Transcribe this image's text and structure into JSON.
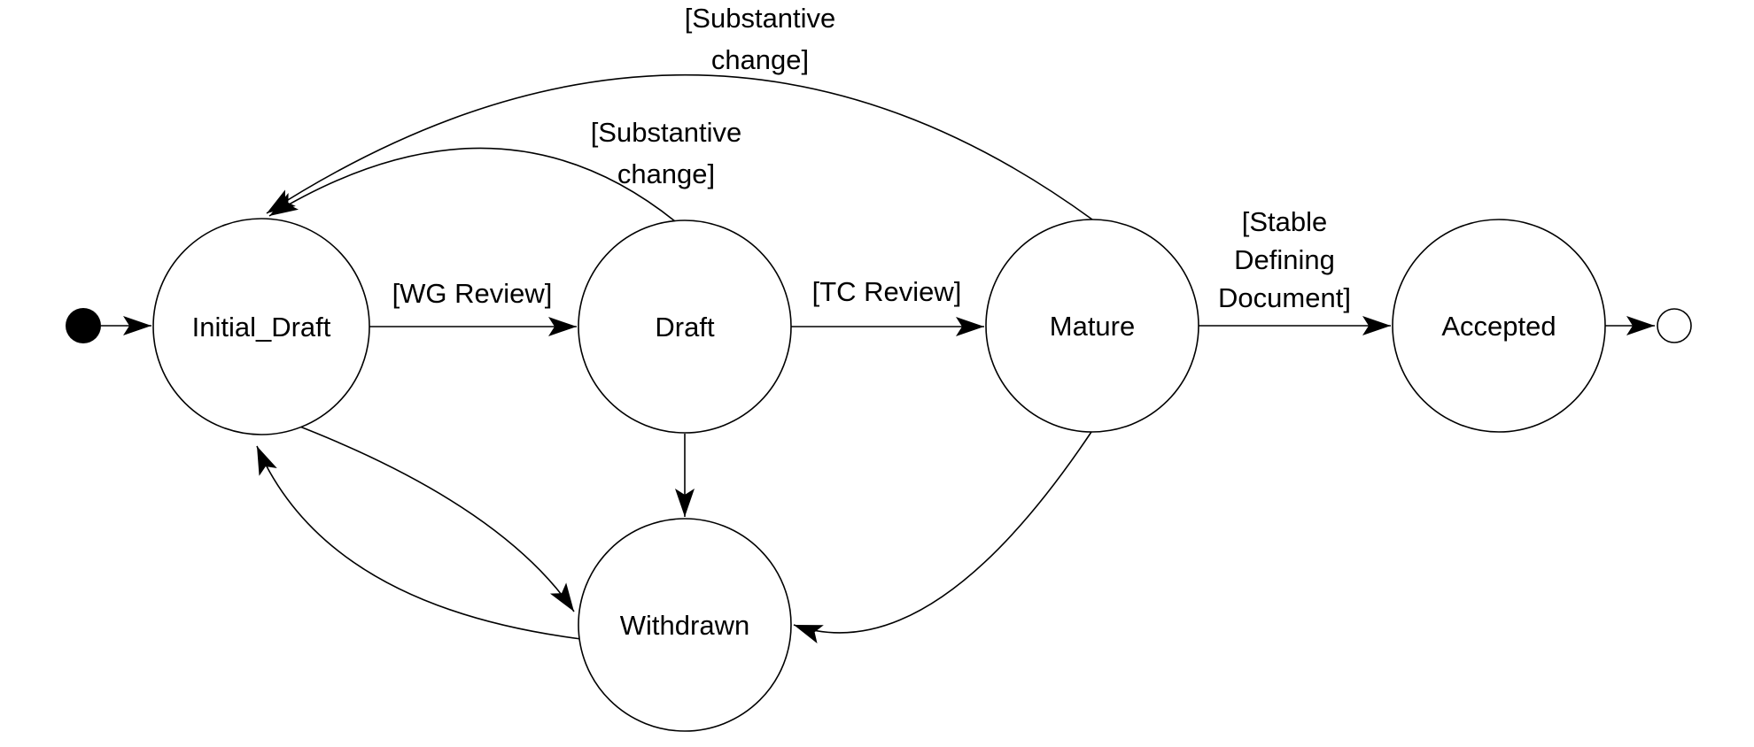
{
  "diagram": {
    "type": "uml-state-machine",
    "background": "#ffffff",
    "line_color": "#000000",
    "text_color": "#000000",
    "states": {
      "initial_draft": "Initial_Draft",
      "draft": "Draft",
      "mature": "Mature",
      "accepted": "Accepted",
      "withdrawn": "Withdrawn"
    },
    "pseudostates": {
      "start": "initial-state-node",
      "end": "final-state-node"
    },
    "labels": {
      "wg_review": "[WG Review]",
      "tc_review": "[TC Review]",
      "stable": {
        "line1": "[Stable",
        "line2": "Defining",
        "line3": "Document]"
      },
      "substantive_mature": {
        "line1": "[Substantive",
        "line2": "change]"
      },
      "substantive_draft": {
        "line1": "[Substantive",
        "line2": "change]"
      }
    },
    "transitions": [
      {
        "from": "start",
        "to": "Initial_Draft",
        "label": ""
      },
      {
        "from": "Initial_Draft",
        "to": "Draft",
        "label": "[WG Review]"
      },
      {
        "from": "Draft",
        "to": "Mature",
        "label": "[TC Review]"
      },
      {
        "from": "Mature",
        "to": "Accepted",
        "label": "[Stable Defining Document]"
      },
      {
        "from": "Accepted",
        "to": "end",
        "label": ""
      },
      {
        "from": "Draft",
        "to": "Initial_Draft",
        "label": "[Substantive change]"
      },
      {
        "from": "Mature",
        "to": "Initial_Draft",
        "label": "[Substantive change]"
      },
      {
        "from": "Draft",
        "to": "Withdrawn",
        "label": ""
      },
      {
        "from": "Initial_Draft",
        "to": "Withdrawn",
        "label": ""
      },
      {
        "from": "Withdrawn",
        "to": "Initial_Draft",
        "label": ""
      },
      {
        "from": "Mature",
        "to": "Withdrawn",
        "label": ""
      }
    ]
  }
}
